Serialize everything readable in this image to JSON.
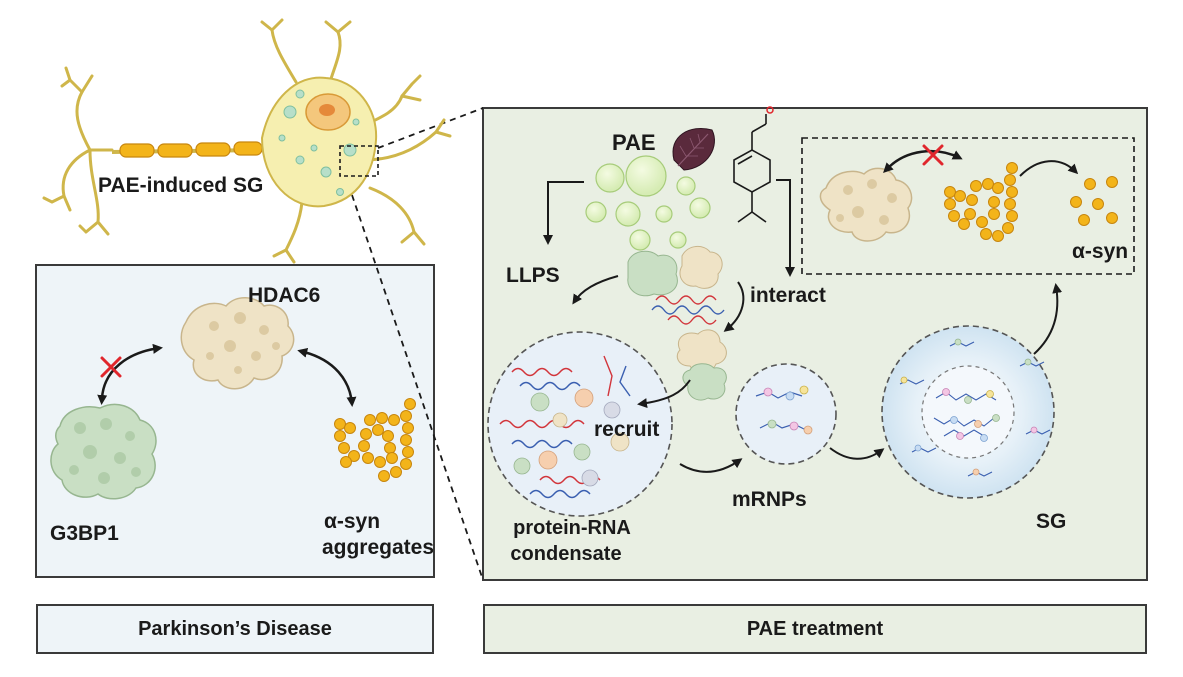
{
  "labels": {
    "sg_site": "PAE-induced SG",
    "hdac6": "HDAC6",
    "g3bp1": "G3BP1",
    "asyn_line1": "α-syn",
    "asyn_line2": "aggregates",
    "pae": "PAE",
    "llps": "LLPS",
    "interact": "interact",
    "recruit": "recruit",
    "condensate_line1": "protein-RNA",
    "condensate_line2": "condensate",
    "mrnps": "mRNPs",
    "sg": "SG",
    "asyn_inset": "α-syn"
  },
  "panels": {
    "left_title": "Parkinson’s Disease",
    "right_title": "PAE treatment"
  },
  "colors": {
    "left_panel_bg": "#eef4f8",
    "right_panel_bg": "#e9efe3",
    "neuron": "#f6efb0",
    "asyn": "#f3b41a",
    "hdac6": "#efe3c6",
    "g3bp1": "#c9dfc4",
    "inhibit": "#e0262c"
  }
}
